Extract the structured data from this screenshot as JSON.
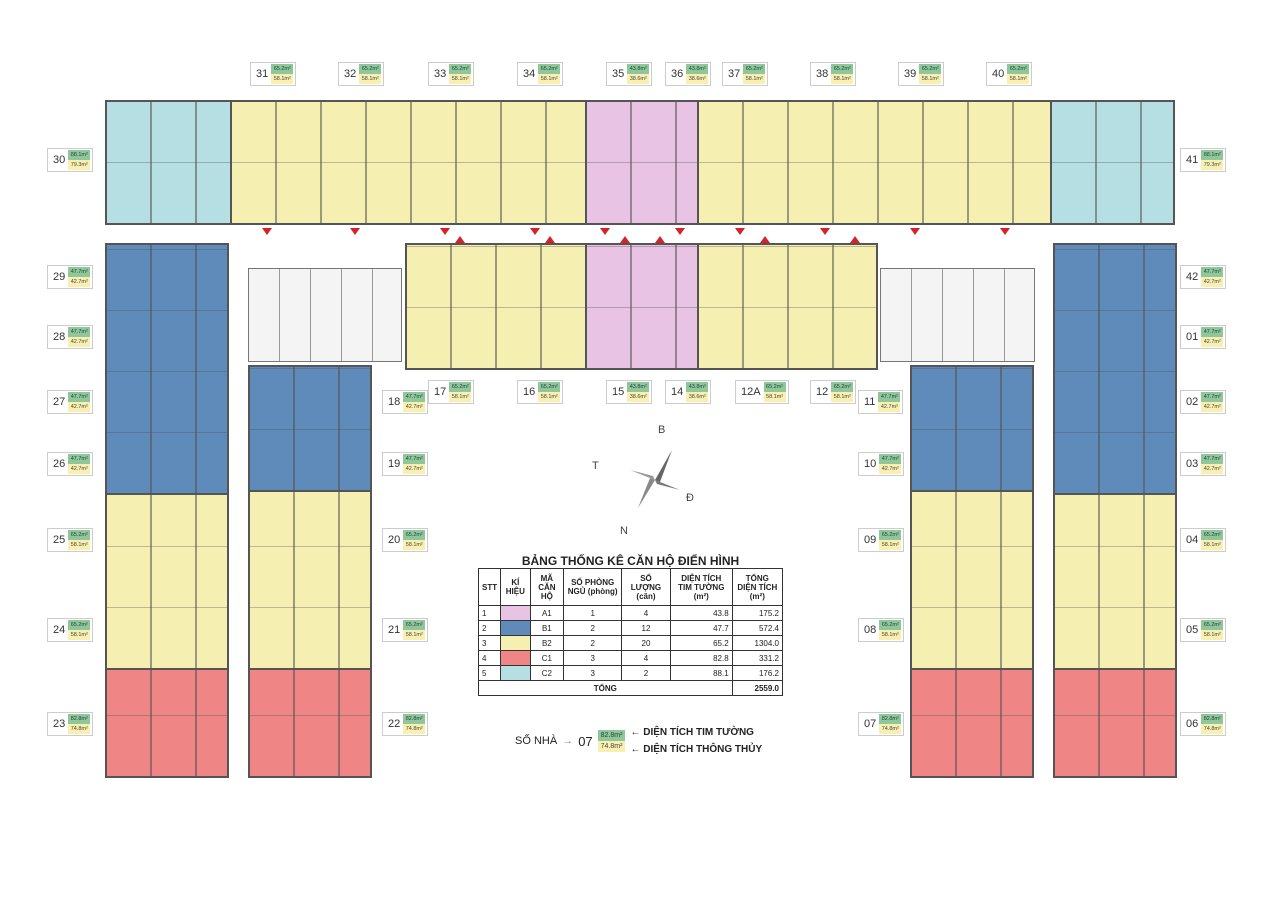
{
  "table": {
    "title": "BẢNG THỐNG KÊ CĂN HỘ ĐIỂN HÌNH",
    "headers": [
      "STT",
      "KÍ HIỆU",
      "MÃ CĂN HỘ",
      "SỐ PHÒNG NGỦ (phòng)",
      "SỐ LƯỢNG (căn)",
      "DIỆN TÍCH TIM TƯỜNG (m²)",
      "TỔNG DIỆN TÍCH (m²)"
    ],
    "rows": [
      {
        "stt": "1",
        "color": "#e8c3e3",
        "code": "A1",
        "bedrooms": "1",
        "count": "4",
        "area": "43.8",
        "total": "175.2"
      },
      {
        "stt": "2",
        "color": "#5f8bbb",
        "code": "B1",
        "bedrooms": "2",
        "count": "12",
        "area": "47.7",
        "total": "572.4"
      },
      {
        "stt": "3",
        "color": "#f6efb2",
        "code": "B2",
        "bedrooms": "2",
        "count": "20",
        "area": "65.2",
        "total": "1304.0"
      },
      {
        "stt": "4",
        "color": "#ef8585",
        "code": "C1",
        "bedrooms": "3",
        "count": "4",
        "area": "82.8",
        "total": "331.2"
      },
      {
        "stt": "5",
        "color": "#b5dfe3",
        "code": "C2",
        "bedrooms": "3",
        "count": "2",
        "area": "88.1",
        "total": "176.2"
      }
    ],
    "total_label": "TỔNG",
    "total_value": "2559.0"
  },
  "legend": {
    "house_no_label": "SỐ NHÀ",
    "arrow": "→",
    "sample_no": "07",
    "sample_tim": "82.8m²",
    "sample_thong": "74.8m²",
    "tim_label": "DIỆN TÍCH TIM TƯỜNG",
    "thong_label": "DIỆN TÍCH THÔNG THỦY"
  },
  "compass": {
    "north": "B",
    "west": "T",
    "east": "Đ",
    "south": "N"
  },
  "units": [
    {
      "no": "31",
      "tim": "65.2m²",
      "thong": "58.1m²"
    },
    {
      "no": "32",
      "tim": "65.2m²",
      "thong": "58.1m²"
    },
    {
      "no": "33",
      "tim": "65.2m²",
      "thong": "58.1m²"
    },
    {
      "no": "34",
      "tim": "65.2m²",
      "thong": "58.1m²"
    },
    {
      "no": "35",
      "tim": "43.8m²",
      "thong": "38.6m²"
    },
    {
      "no": "36",
      "tim": "43.8m²",
      "thong": "38.6m²"
    },
    {
      "no": "37",
      "tim": "65.2m²",
      "thong": "58.1m²"
    },
    {
      "no": "38",
      "tim": "65.2m²",
      "thong": "58.1m²"
    },
    {
      "no": "39",
      "tim": "65.2m²",
      "thong": "58.1m²"
    },
    {
      "no": "40",
      "tim": "65.2m²",
      "thong": "58.1m²"
    },
    {
      "no": "30",
      "tim": "88.1m²",
      "thong": "79.3m²"
    },
    {
      "no": "41",
      "tim": "88.1m²",
      "thong": "79.3m²"
    },
    {
      "no": "29",
      "tim": "47.7m²",
      "thong": "42.7m²"
    },
    {
      "no": "28",
      "tim": "47.7m²",
      "thong": "42.7m²"
    },
    {
      "no": "27",
      "tim": "47.7m²",
      "thong": "42.7m²"
    },
    {
      "no": "26",
      "tim": "47.7m²",
      "thong": "42.7m²"
    },
    {
      "no": "25",
      "tim": "65.2m²",
      "thong": "58.1m²"
    },
    {
      "no": "24",
      "tim": "65.2m²",
      "thong": "58.1m²"
    },
    {
      "no": "23",
      "tim": "82.8m²",
      "thong": "74.8m²"
    },
    {
      "no": "18",
      "tim": "47.7m²",
      "thong": "42.7m²"
    },
    {
      "no": "19",
      "tim": "47.7m²",
      "thong": "42.7m²"
    },
    {
      "no": "20",
      "tim": "65.2m²",
      "thong": "58.1m²"
    },
    {
      "no": "21",
      "tim": "65.2m²",
      "thong": "58.1m²"
    },
    {
      "no": "22",
      "tim": "82.8m²",
      "thong": "74.8m²"
    },
    {
      "no": "17",
      "tim": "65.2m²",
      "thong": "58.1m²"
    },
    {
      "no": "16",
      "tim": "65.2m²",
      "thong": "58.1m²"
    },
    {
      "no": "15",
      "tim": "43.8m²",
      "thong": "38.6m²"
    },
    {
      "no": "14",
      "tim": "43.8m²",
      "thong": "38.6m²"
    },
    {
      "no": "12A",
      "tim": "65.2m²",
      "thong": "58.1m²"
    },
    {
      "no": "12",
      "tim": "65.2m²",
      "thong": "58.1m²"
    },
    {
      "no": "11",
      "tim": "47.7m²",
      "thong": "42.7m²"
    },
    {
      "no": "10",
      "tim": "47.7m²",
      "thong": "42.7m²"
    },
    {
      "no": "09",
      "tim": "65.2m²",
      "thong": "58.1m²"
    },
    {
      "no": "08",
      "tim": "65.2m²",
      "thong": "58.1m²"
    },
    {
      "no": "07",
      "tim": "82.8m²",
      "thong": "74.8m²"
    },
    {
      "no": "42",
      "tim": "47.7m²",
      "thong": "42.7m²"
    },
    {
      "no": "01",
      "tim": "47.7m²",
      "thong": "42.7m²"
    },
    {
      "no": "02",
      "tim": "47.7m²",
      "thong": "42.7m²"
    },
    {
      "no": "03",
      "tim": "47.7m²",
      "thong": "42.7m²"
    },
    {
      "no": "04",
      "tim": "65.2m²",
      "thong": "58.1m²"
    },
    {
      "no": "05",
      "tim": "65.2m²",
      "thong": "58.1m²"
    },
    {
      "no": "06",
      "tim": "82.8m²",
      "thong": "74.8m²"
    }
  ]
}
